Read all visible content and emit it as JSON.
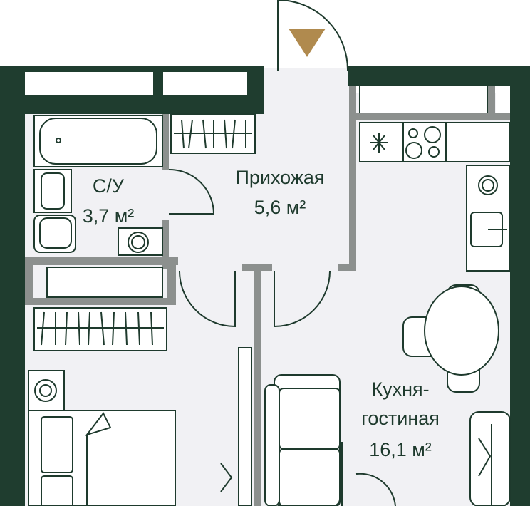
{
  "plan": {
    "colors": {
      "outer_wall": "#1f3d2f",
      "inner_wall": "#8c908e",
      "floor": "#f1f1f4",
      "entrance_marker": "#b08a4e"
    },
    "rooms": [
      {
        "name": "С/У",
        "area": "3,7 м²"
      },
      {
        "name": "Прихожая",
        "area": "5,6 м²"
      },
      {
        "name_line1": "Кухня-",
        "name_line2": "гостиная",
        "area": "16,1 м²"
      }
    ]
  }
}
